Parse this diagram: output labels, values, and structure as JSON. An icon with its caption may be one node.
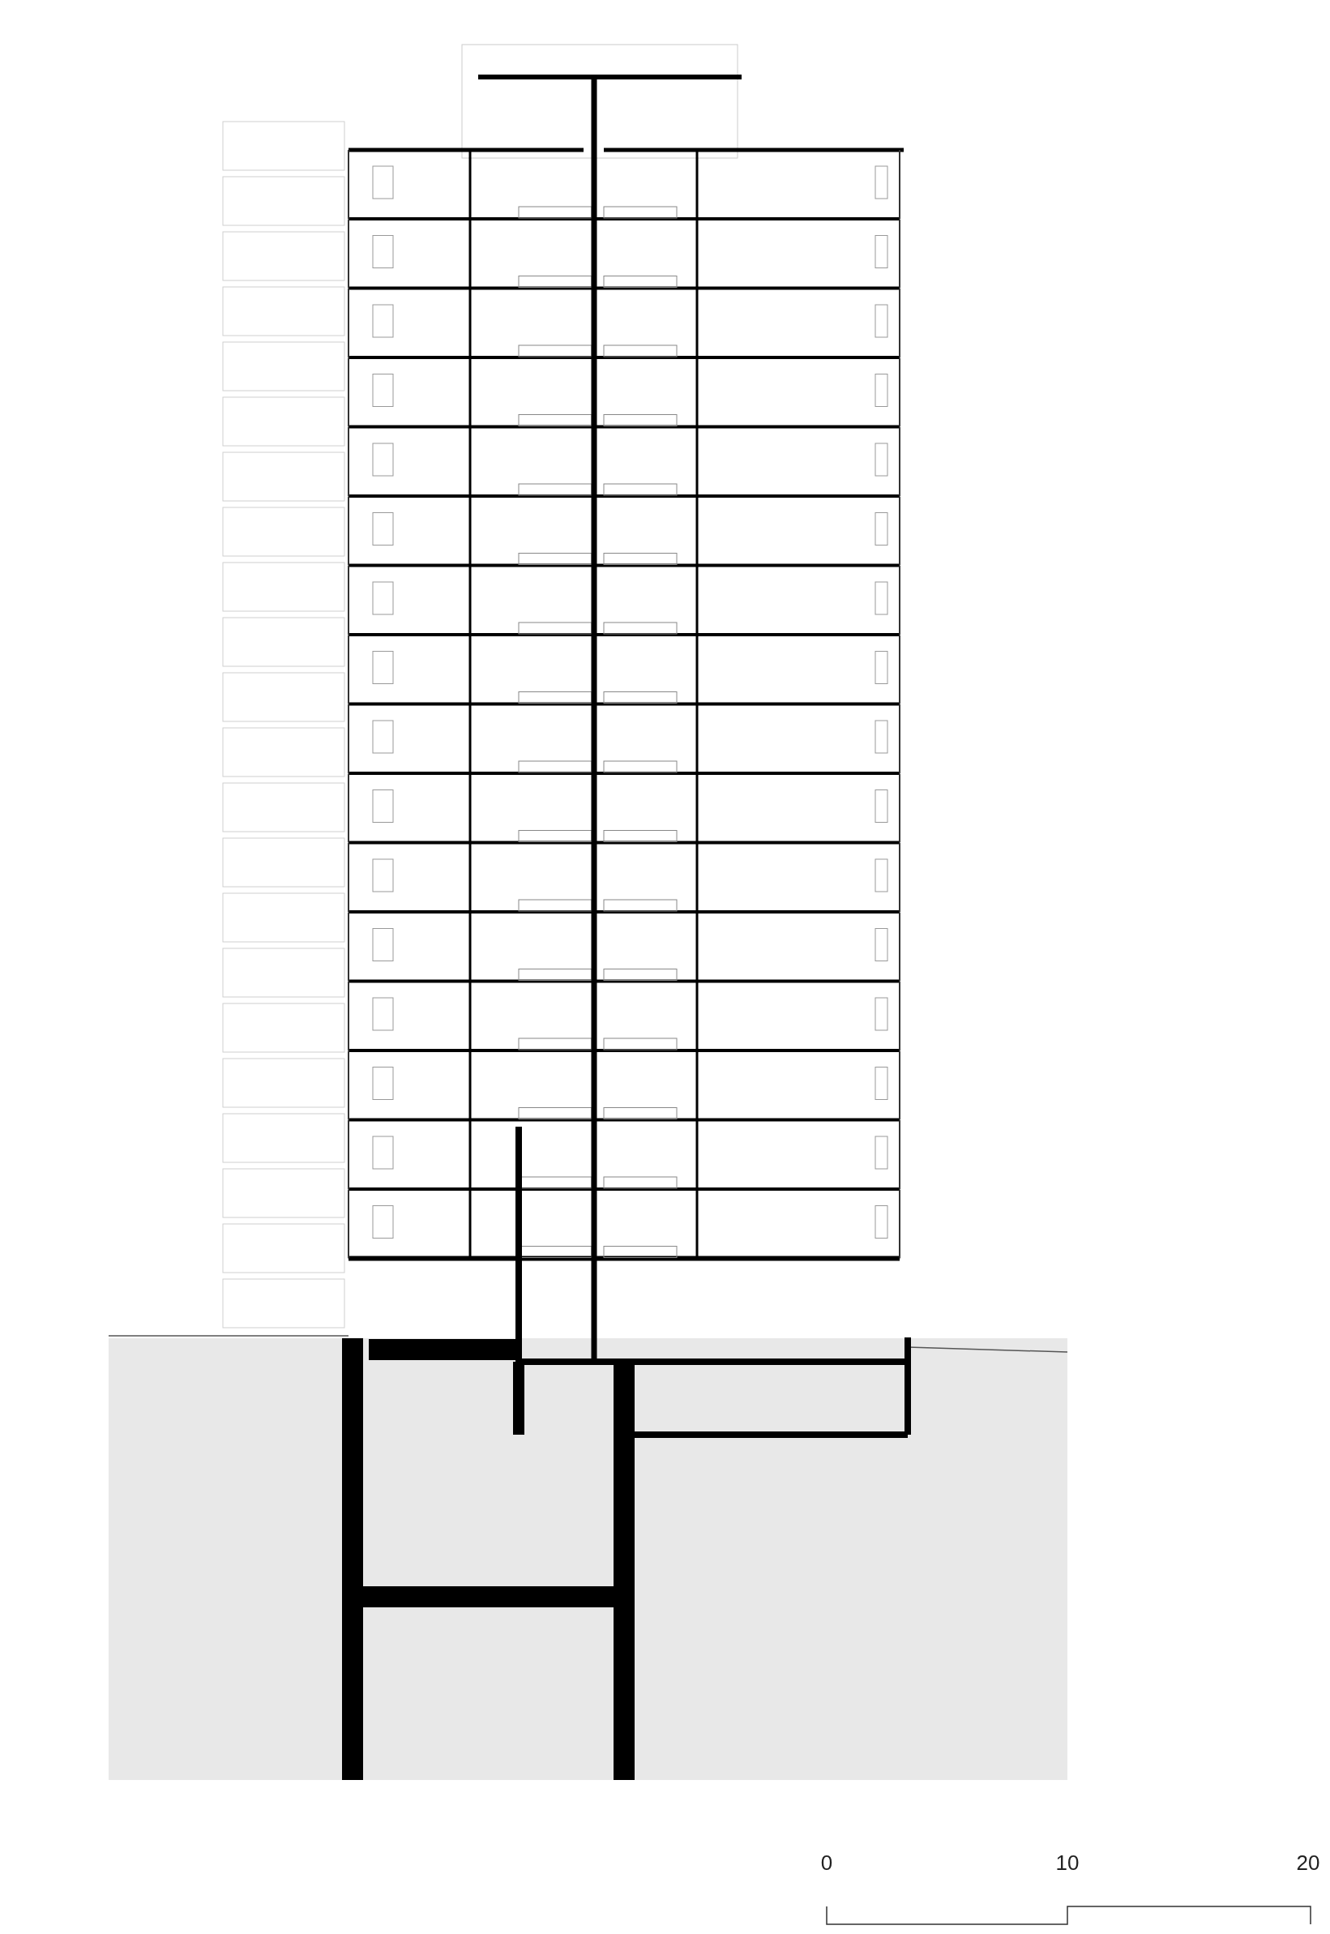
{
  "diagram": {
    "labels": [
      "0",
      "10",
      "20"
    ]
  }
}
